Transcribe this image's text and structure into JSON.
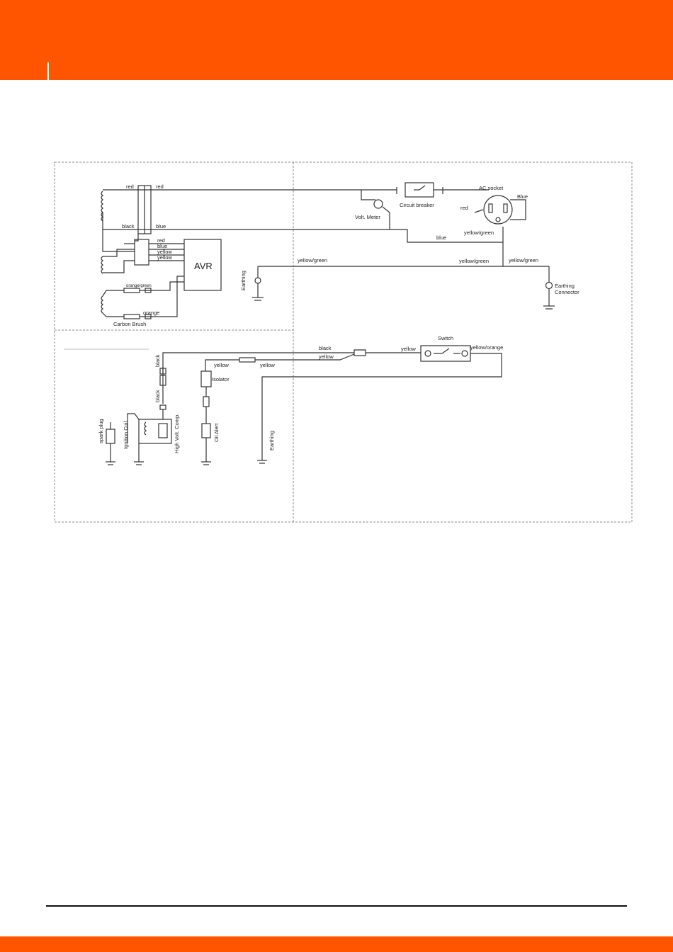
{
  "colors": {
    "brand": "#ff5500",
    "line": "#333333",
    "frame": "#888888"
  },
  "diagram": {
    "labels": {
      "red_left_1": "red",
      "red_left_2": "red",
      "black_left": "black",
      "blue_left": "blue",
      "avr_red": "red",
      "avr_blue": "blue",
      "avr_yellow_1": "yellow",
      "avr_yellow_2": "yellow",
      "orange_green": "orange/green",
      "orange": "orange",
      "carbon_brush": "Carbon Brush",
      "avr": "AVR",
      "circuit_breaker": "Circuit breaker",
      "volt_meter": "Volt. Meter",
      "ac_socket": "AC socket",
      "blue_socket": "Blue",
      "red_socket": "red",
      "yellow_green_socket": "yellow/green",
      "blue_bottom": "blue",
      "yellow_green_main": "yellow/green",
      "yellow_green_mid": "yellow/green",
      "yellow_green_right": "yellow/green",
      "earthing_left": "Earthing",
      "earthing_connector_1": "Earthing",
      "earthing_connector_2": "Connector",
      "switch": "Switch",
      "black_ign": "black",
      "yellow_ign": "yellow",
      "yellow_sw": "yellow",
      "yellow_orange": "yellow/orange",
      "yellow_isolator": "yellow",
      "yellow_mid": "yellow",
      "isolator": "Isolator",
      "black_vert_1": "black",
      "black_vert_2": "black",
      "spark_plug": "spark plug",
      "ignition_coil": "Ignition Coil",
      "high_volt_comp": "High Volt. Comp.",
      "oil_alert": "Oil Alert",
      "earthing_bottom": "Earthing"
    }
  }
}
